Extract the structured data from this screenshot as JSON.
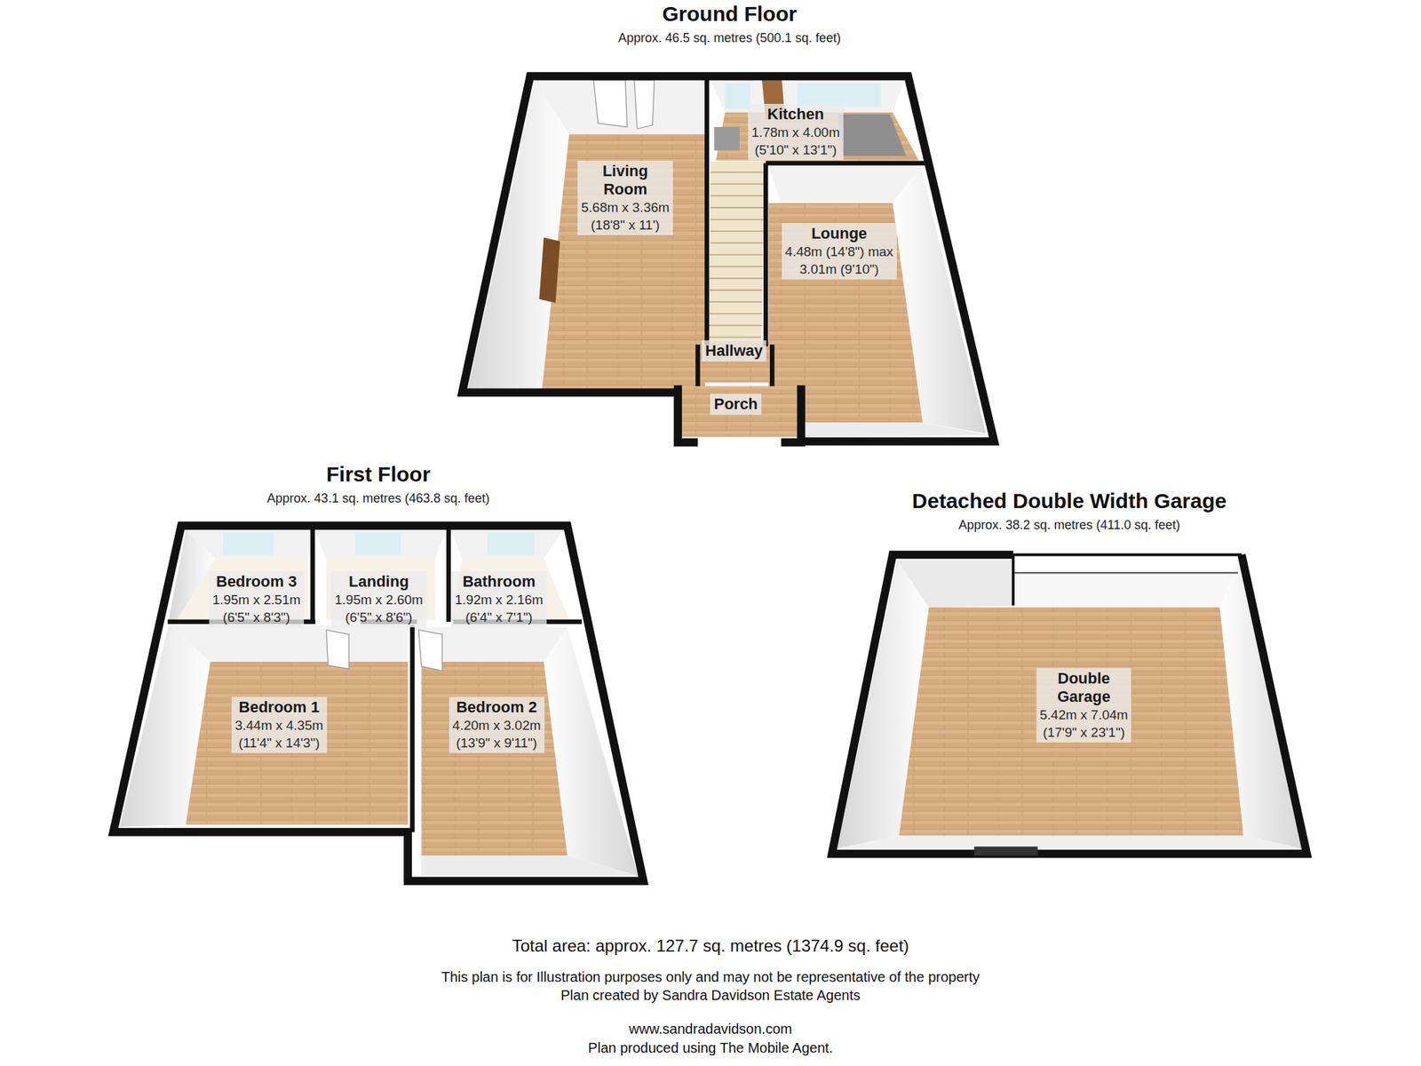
{
  "diagram": {
    "caption": "Total area: approx. 127.7 sq. metres (1374.9 sq. feet)",
    "nodes": [
      {
        "text": [
          "Ground Floor",
          "Approx. 46.5 sq. metres (500.1 sq. feet)"
        ]
      },
      {
        "text": [
          "Kitchen",
          "1.78m x 4.00m",
          "(5'10\" x 13'1\")"
        ],
        "in": 0
      },
      {
        "text": [
          "Living Room",
          "5.68m x 3.36m",
          "(18'8\" x 11')"
        ],
        "in": 0
      },
      {
        "text": [
          "Lounge",
          "4.48m (14'8\") max",
          "3.01m (9'10\")"
        ],
        "in": 0
      },
      {
        "text": [
          "Hallway"
        ],
        "in": 0
      },
      {
        "text": [
          "Porch"
        ],
        "in": 0
      },
      {
        "text": [
          "First Floor",
          "Approx. 43.1 sq. metres (463.8 sq. feet)"
        ]
      },
      {
        "text": [
          "Bedroom 3",
          "1.95m x 2.51m",
          "(6'5\" x 8'3\")"
        ],
        "in": 6
      },
      {
        "text": [
          "Landing",
          "1.95m x 2.60m",
          "(6'5\" x 8'6\")"
        ],
        "in": 6
      },
      {
        "text": [
          "Bathroom",
          "1.92m x 2.16m",
          "(6'4\" x 7'1\")"
        ],
        "in": 6
      },
      {
        "text": [
          "Bedroom 1",
          "3.44m x 4.35m",
          "(11'4\" x 14'3\")"
        ],
        "in": 6
      },
      {
        "text": [
          "Bedroom 2",
          "4.20m x 3.02m",
          "(13'9\" x 9'11\")"
        ],
        "in": 6
      },
      {
        "text": [
          "Detached Double Width Garage",
          "Approx. 38.2 sq. metres (411.0 sq. feet)"
        ]
      },
      {
        "text": [
          "Double Garage",
          "5.42m x 7.04m",
          "(17'9\" x 23'1\")"
        ],
        "in": 12
      }
    ],
    "labels": [
      "This plan is for Illustration purposes only and may not be representative of the property",
      "Plan created by Sandra Davidson Estate Agents",
      "www.sandradavidson.com",
      "Plan produced using The Mobile Agent."
    ]
  }
}
